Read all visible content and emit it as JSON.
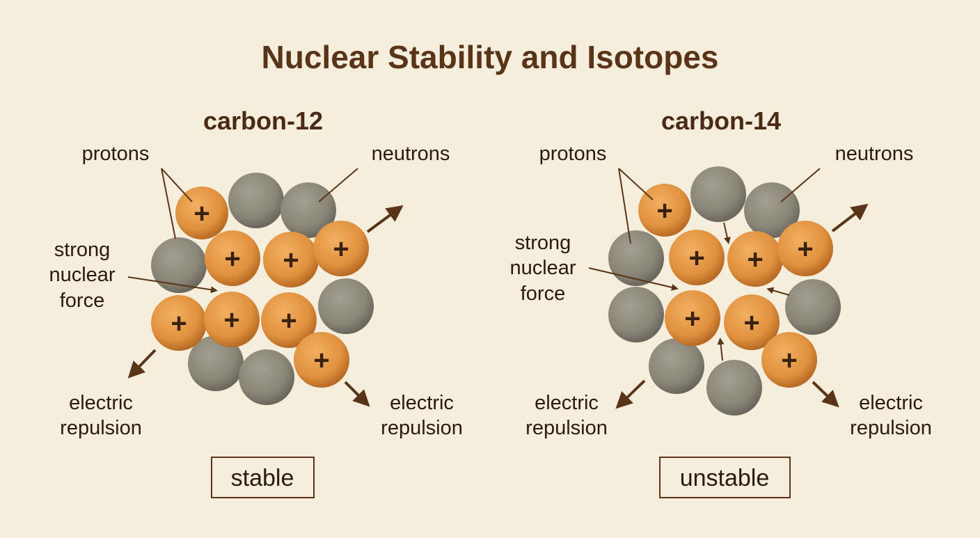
{
  "title": "Nuclear Stability and Isotopes",
  "colors": {
    "background": "#f5eedc",
    "proton": "#e0913e",
    "neutron": "#8c8779",
    "arrow": "#5a3418",
    "text": "#2a1a10"
  },
  "panels": [
    {
      "heading": "carbon-12",
      "protons_label": "protons",
      "neutrons_label": "neutrons",
      "force_label": [
        "strong",
        "nuclear",
        "force"
      ],
      "repulsion_left": [
        "electric",
        "repulsion"
      ],
      "repulsion_right": [
        "electric",
        "repulsion"
      ],
      "status": "stable",
      "proton_symbol": "+"
    },
    {
      "heading": "carbon-14",
      "protons_label": "protons",
      "neutrons_label": "neutrons",
      "force_label": [
        "strong",
        "nuclear",
        "force"
      ],
      "repulsion_left": [
        "electric",
        "repulsion"
      ],
      "repulsion_right": [
        "electric",
        "repulsion"
      ],
      "status": "unstable",
      "proton_symbol": "+"
    }
  ]
}
